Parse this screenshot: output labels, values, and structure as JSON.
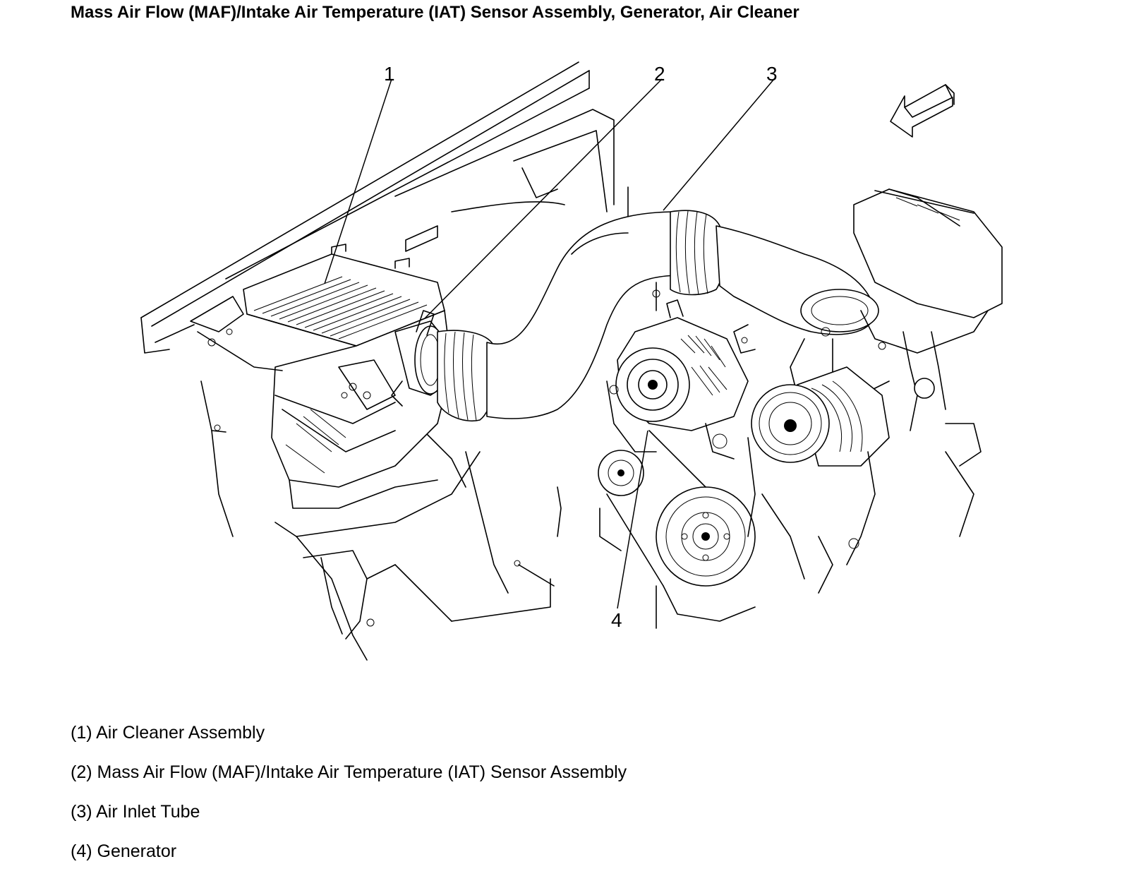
{
  "title": "Mass Air Flow (MAF)/Intake Air Temperature (IAT) Sensor Assembly, Generator,  Air Cleaner",
  "callouts": [
    {
      "number": "1"
    },
    {
      "number": "2"
    },
    {
      "number": "3"
    },
    {
      "number": "4"
    }
  ],
  "legend": [
    {
      "label": "(1) Air Cleaner Assembly"
    },
    {
      "label": "(2) Mass Air Flow (MAF)/Intake Air Temperature (IAT) Sensor Assembly"
    },
    {
      "label": "(3) Air Inlet Tube"
    },
    {
      "label": "(4) Generator"
    }
  ],
  "icons": {
    "front_arrow": "front-direction-arrow-icon"
  }
}
